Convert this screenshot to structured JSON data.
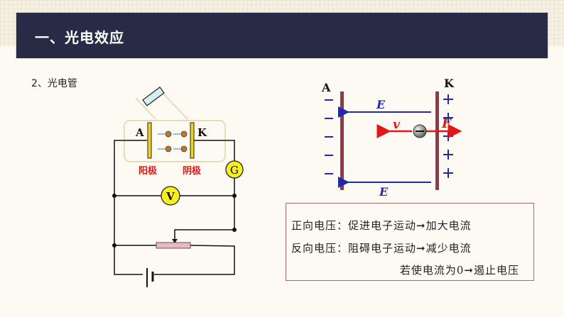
{
  "header": {
    "title": "一、光电效应"
  },
  "section": {
    "subtitle": "2、光电管"
  },
  "circuit": {
    "anode_label": "A",
    "cathode_label": "K",
    "anode_name": "阳极",
    "cathode_name": "阴极",
    "galvanometer_label": "G",
    "voltmeter_label": "V"
  },
  "field_diagram": {
    "plate_a_label": "A",
    "plate_k_label": "K",
    "field_label_top": "E",
    "field_label_bottom": "E",
    "velocity_label": "v",
    "force_label": "F",
    "minus_sign": "—",
    "plus_sign": "+"
  },
  "notes": {
    "lines": [
      "正向电压：促进电子运动➞加大电流",
      "反向电压：阻碍电子运动➞减少电流",
      "若使电流为0➞遏止电压"
    ]
  },
  "colors": {
    "header_bg": "#272b45",
    "plate": "#8e3a4a",
    "field": "#1e2aa8",
    "force": "#e01818",
    "electrode": "#f1d21d",
    "label_red": "#e01818"
  }
}
